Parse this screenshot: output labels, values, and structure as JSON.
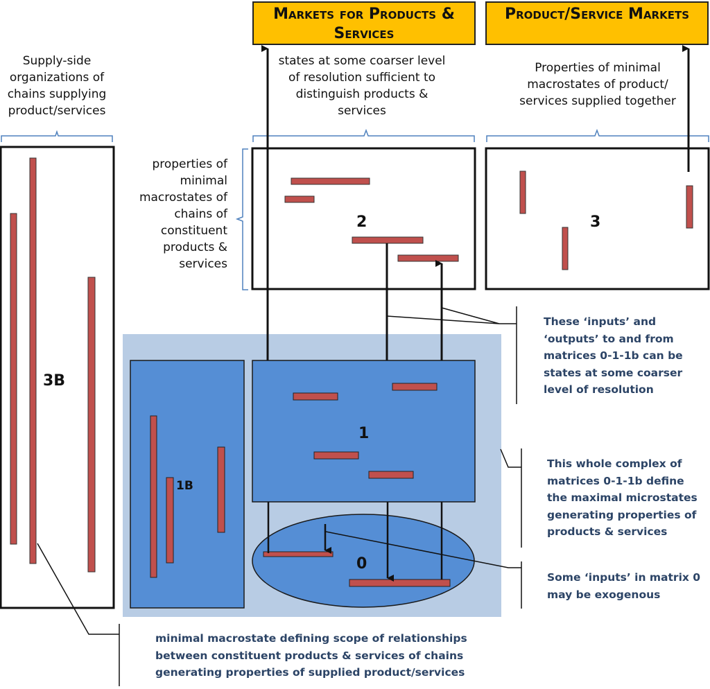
{
  "headers": {
    "markets_products_services": "Markets for Products & Services",
    "product_service_markets": "Product/Service Markets"
  },
  "labels": {
    "supply_side": "Supply-side organizations of chains supplying product/services",
    "coarser_states": "states at some coarser level of resolution sufficient to distinguish products & services",
    "properties_supplied_together": "Properties of minimal macrostates of product/ services supplied together",
    "properties_chains": "properties of minimal macrostates of chains of constituent products & services"
  },
  "matrices": {
    "m3b": "3B",
    "m2": "2",
    "m3": "3",
    "m1": "1",
    "m1b": "1B",
    "m0": "0"
  },
  "notes": {
    "inputs_outputs": "These ‘inputs’ and ‘outputs’ to and from matrices 0-1-1b can be states at some coarser level of resolution",
    "whole_complex": "This whole complex of matrices 0-1-1b define the maximal microstates generating properties of products & services",
    "exogenous": "Some ‘inputs’ in matrix 0 may be exogenous",
    "minimal_macrostate": "minimal macrostate defining scope of relationships between constituent products & services of chains generating properties of supplied product/services"
  },
  "colors": {
    "header_fill": "#ffc000",
    "complex_bg": "#b8cce4",
    "matrix_blue": "#558ed5",
    "element_red": "#c0504d",
    "brace_blue": "#4f81bd",
    "note_text": "#2c4466"
  }
}
